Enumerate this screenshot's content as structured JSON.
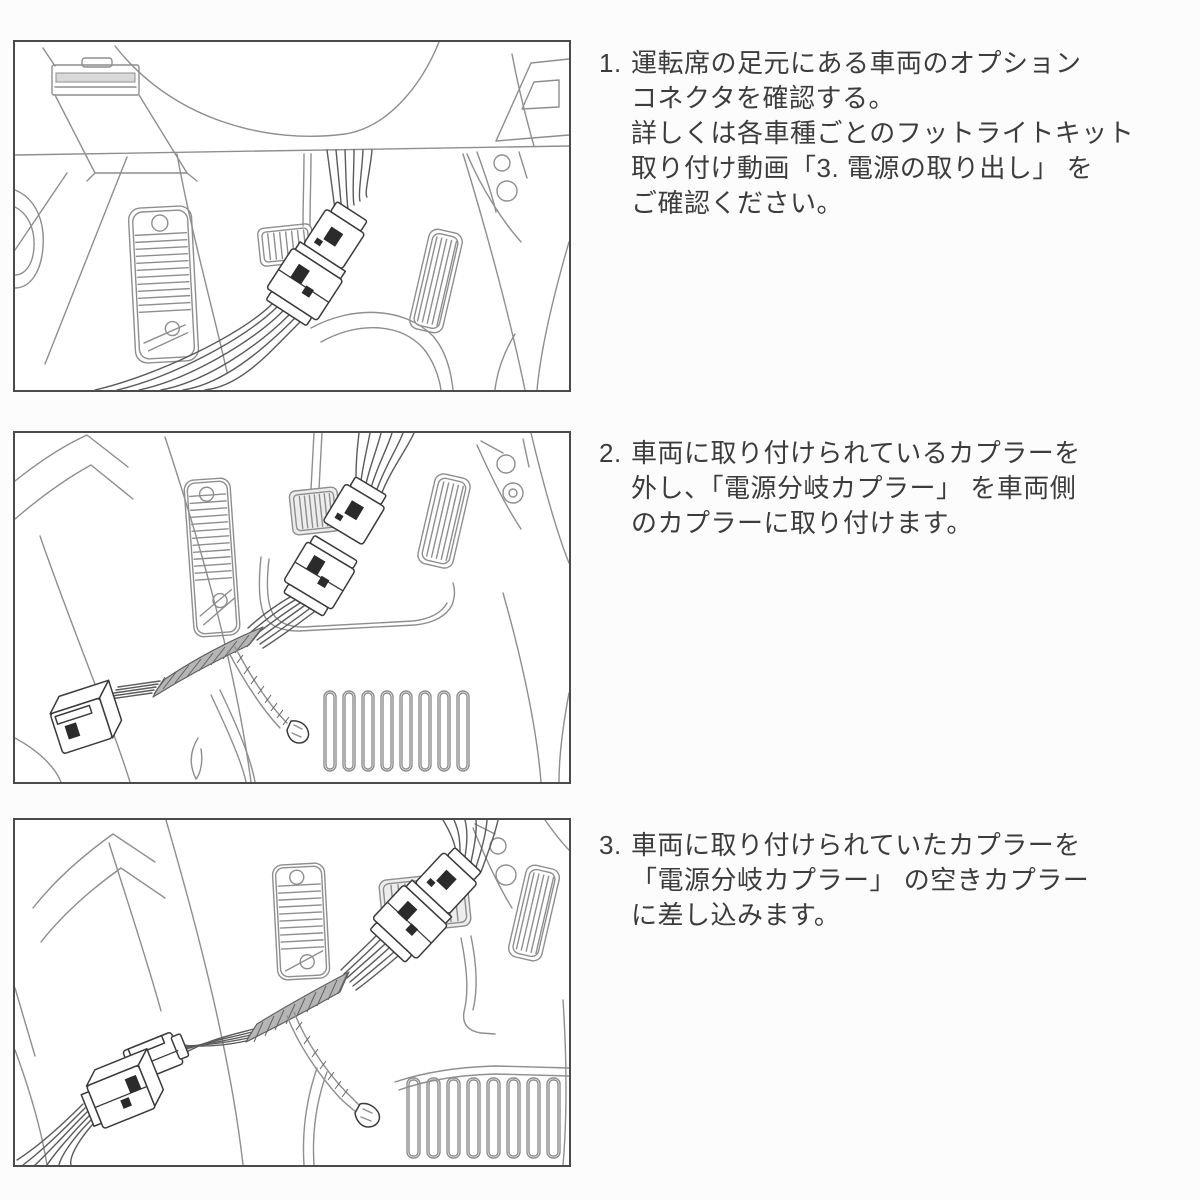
{
  "colors": {
    "background": "#fcfcfc",
    "panel_border": "#4b4b4b",
    "text": "#3c3c3c",
    "art_line": "#8e8e8e",
    "art_wire": "#5a5a5a",
    "art_connector_outline": "#3a3a3a",
    "art_dark_detail": "#2b2b2b",
    "tape_fill": "#b6b6b6"
  },
  "steps": [
    {
      "number": "1.",
      "lines": [
        "運転席の足元にある車両のオプション",
        "コネクタを確認する。",
        "詳しくは各車種ごとのフットライトキット",
        "取り付け動画「3. 電源の取り出し」 を",
        "ご確認ください。"
      ]
    },
    {
      "number": "2.",
      "lines": [
        "車両に取り付けられているカプラーを",
        "外し、「電源分岐カプラー」 を車両側",
        "のカプラーに取り付けます。"
      ]
    },
    {
      "number": "3.",
      "lines": [
        "車両に取り付けられていたカプラーを",
        "「電源分岐カプラー」 の空きカプラー",
        "に差し込みます。"
      ]
    }
  ]
}
